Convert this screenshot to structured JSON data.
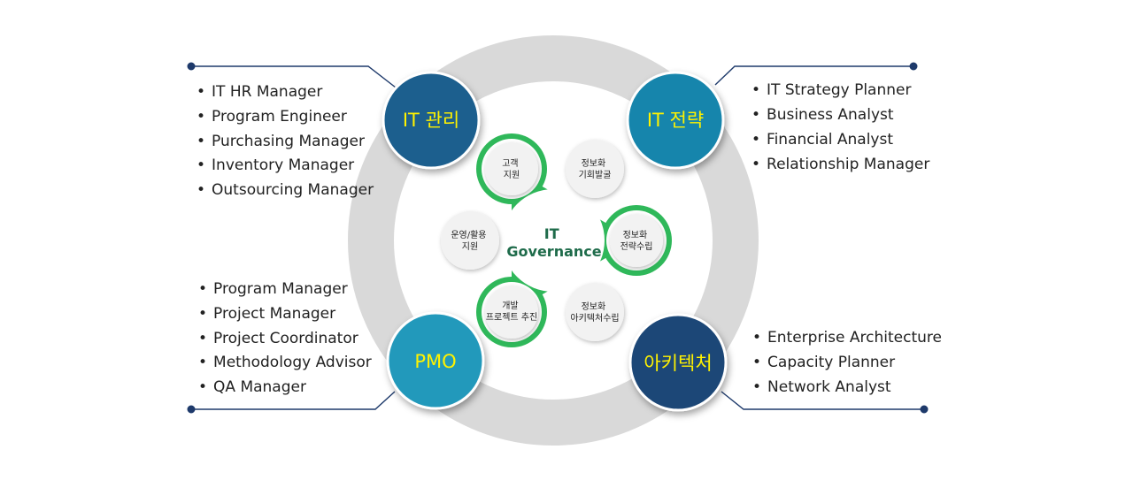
{
  "colors": {
    "outer_ring": "#d9d9d9",
    "green": "#2fb85a",
    "node_fill": "#f2f2f2",
    "center_text": "#1e6b4a",
    "it_mgmt": "#1c5f8e",
    "it_strategy": "#1485ac",
    "pmo": "#2199bb",
    "architecture": "#1d4777",
    "quadrant_label": "#fff200",
    "connector": "#1e3a6b",
    "list_text": "#222222"
  },
  "center": {
    "line1": "IT",
    "line2": "Governance"
  },
  "nodes": [
    {
      "id": "customer-support",
      "lines": [
        "고객",
        "지원"
      ],
      "style": "green"
    },
    {
      "id": "info-planning",
      "lines": [
        "정보화",
        "기회발굴"
      ],
      "style": "gray"
    },
    {
      "id": "info-strategy",
      "lines": [
        "정보화",
        "전략수립"
      ],
      "style": "green"
    },
    {
      "id": "info-architecture",
      "lines": [
        "정보화",
        "아키텍처수립"
      ],
      "style": "gray"
    },
    {
      "id": "dev-project",
      "lines": [
        "개발",
        "프로젝트 추진"
      ],
      "style": "green"
    },
    {
      "id": "ops-support",
      "lines": [
        "운영/활용",
        "지원"
      ],
      "style": "gray"
    }
  ],
  "quadrants": {
    "it_mgmt": {
      "label": "IT 관리",
      "icon": "circle",
      "roles": [
        "IT HR Manager",
        "Program Engineer",
        "Purchasing Manager",
        "Inventory Manager",
        "Outsourcing Manager"
      ]
    },
    "it_strategy": {
      "label": "IT 전략",
      "icon": "circle",
      "roles": [
        "IT Strategy Planner",
        "Business Analyst",
        "Financial Analyst",
        "Relationship Manager"
      ]
    },
    "pmo": {
      "label": "PMO",
      "icon": "circle",
      "roles": [
        "Program Manager",
        "Project Manager",
        "Project Coordinator",
        "Methodology Advisor",
        "QA Manager"
      ]
    },
    "architecture": {
      "label": "아키텍처",
      "icon": "circle",
      "roles": [
        "Enterprise Architecture",
        "Capacity Planner",
        "Network Analyst"
      ]
    }
  }
}
